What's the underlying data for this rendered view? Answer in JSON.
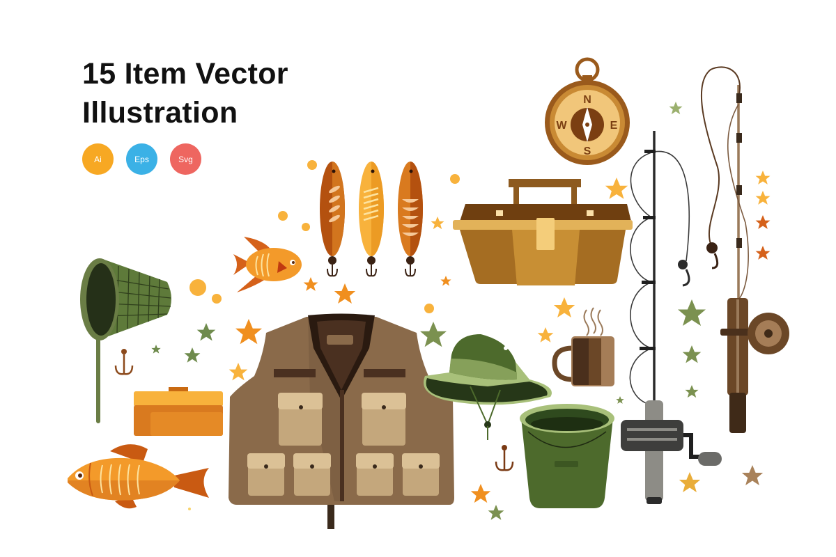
{
  "header": {
    "title_line1": "15 Item Vector",
    "title_line2": "Illustration"
  },
  "formats": [
    {
      "label": "Ai",
      "color": "#f7a823"
    },
    {
      "label": "Eps",
      "color": "#3bb1e6"
    },
    {
      "label": "Svg",
      "color": "#ee6660"
    }
  ],
  "compass": {
    "n": "N",
    "e": "E",
    "s": "S",
    "w": "W"
  },
  "items": [
    "compass",
    "fishing-lure",
    "tackle-box",
    "fishing-rod-spinning",
    "fishing-rod-fly",
    "angelfish",
    "landing-net",
    "treble-hook",
    "bait-box",
    "fishing-vest",
    "bucket-hat",
    "coffee-mug",
    "bucket",
    "fish",
    "fishing-reel"
  ],
  "palette": {
    "orange": "#f08f1f",
    "gold": "#f8b23c",
    "brown": "#7b5a3f",
    "olive": "#6a7d45",
    "dark_olive": "#2f3f1c"
  }
}
